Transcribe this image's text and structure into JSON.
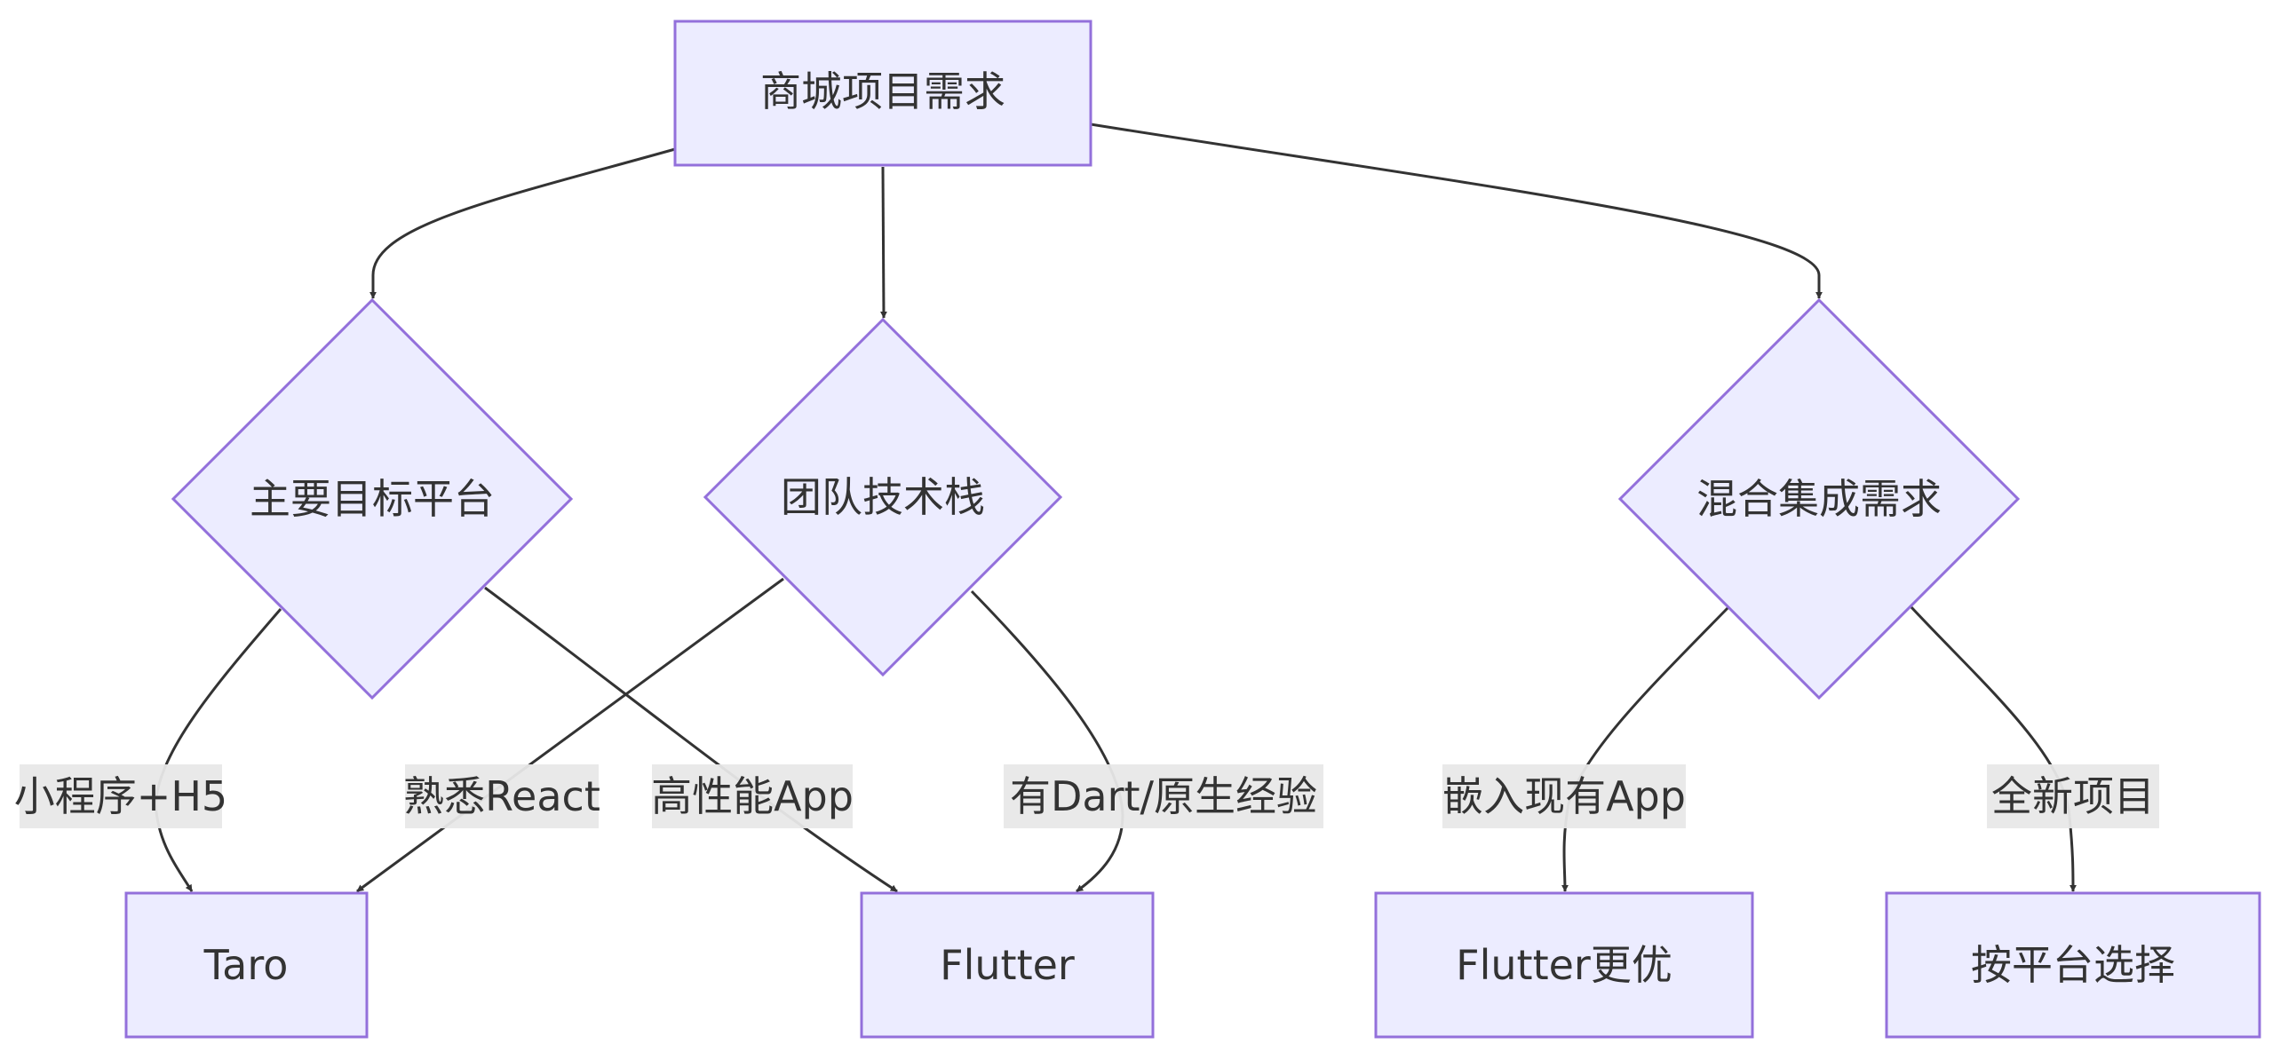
{
  "nodes": {
    "root": {
      "label": "商城项目需求"
    },
    "platform": {
      "label": "主要目标平台"
    },
    "techstack": {
      "label": "团队技术栈"
    },
    "hybrid": {
      "label": "混合集成需求"
    },
    "taro": {
      "label": "Taro"
    },
    "flutter": {
      "label": "Flutter"
    },
    "flutter_better": {
      "label": "Flutter更优"
    },
    "by_platform": {
      "label": "按平台选择"
    }
  },
  "edges": {
    "platform_taro": {
      "label": "小程序+H5"
    },
    "platform_flutter": {
      "label": "高性能App"
    },
    "tech_taro": {
      "label": "熟悉React"
    },
    "tech_flutter": {
      "label": "有Dart/原生经验"
    },
    "hybrid_flutter_better": {
      "label": "嵌入现有App"
    },
    "hybrid_by_platform": {
      "label": "全新项目"
    }
  },
  "colors": {
    "node_fill": "#ececff",
    "node_stroke": "#9370db",
    "edge": "#333333",
    "label_bg": "#e8e8e8"
  }
}
